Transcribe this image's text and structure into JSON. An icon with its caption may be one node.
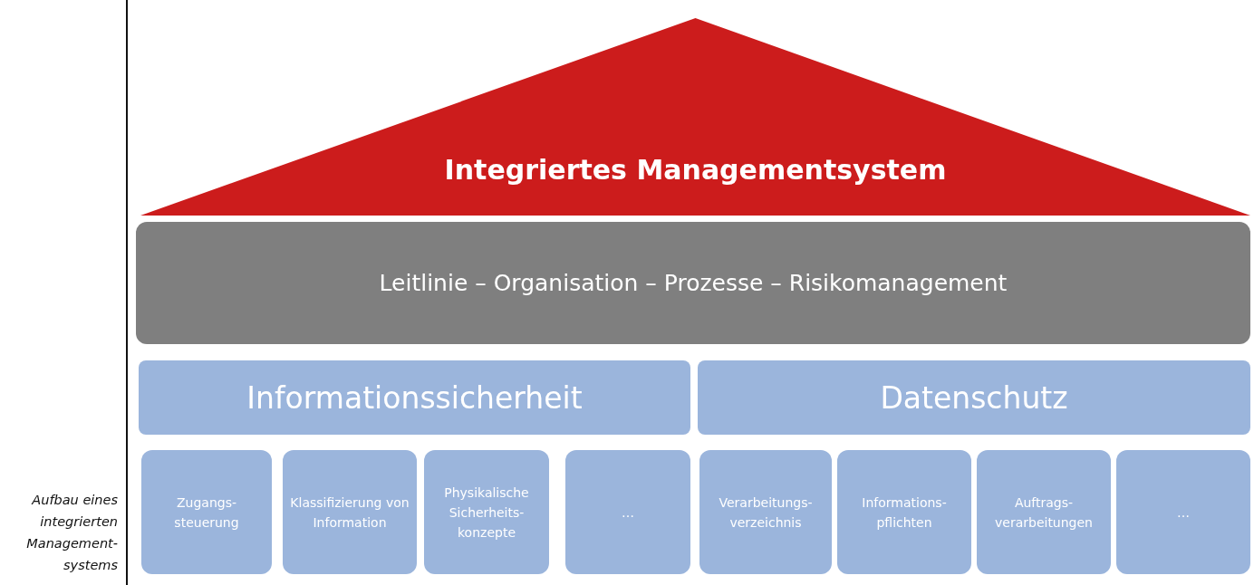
{
  "diagram": {
    "caption": "Aufbau eines integrierten Management- systems",
    "nodes": [
      {
        "text": [
          "Integriertes Managementsystem"
        ]
      },
      {
        "text": [
          "Leitlinie – Organisation – Prozesse – Risikomanagement"
        ]
      },
      {
        "text": [
          "Informationssicherheit"
        ]
      },
      {
        "text": [
          "Datenschutz"
        ]
      },
      {
        "text": [
          "Zugangs- steuerung"
        ]
      },
      {
        "text": [
          "Klassifizierung von Information"
        ]
      },
      {
        "text": [
          "Physikalische Sicherheits- konzepte"
        ]
      },
      {
        "text": [
          "…"
        ]
      },
      {
        "text": [
          "Verarbeitungs- verzeichnis"
        ]
      },
      {
        "text": [
          "Informations- pflichten"
        ]
      },
      {
        "text": [
          "Auftrags- verarbeitungen"
        ]
      },
      {
        "text": [
          "…"
        ]
      }
    ]
  }
}
